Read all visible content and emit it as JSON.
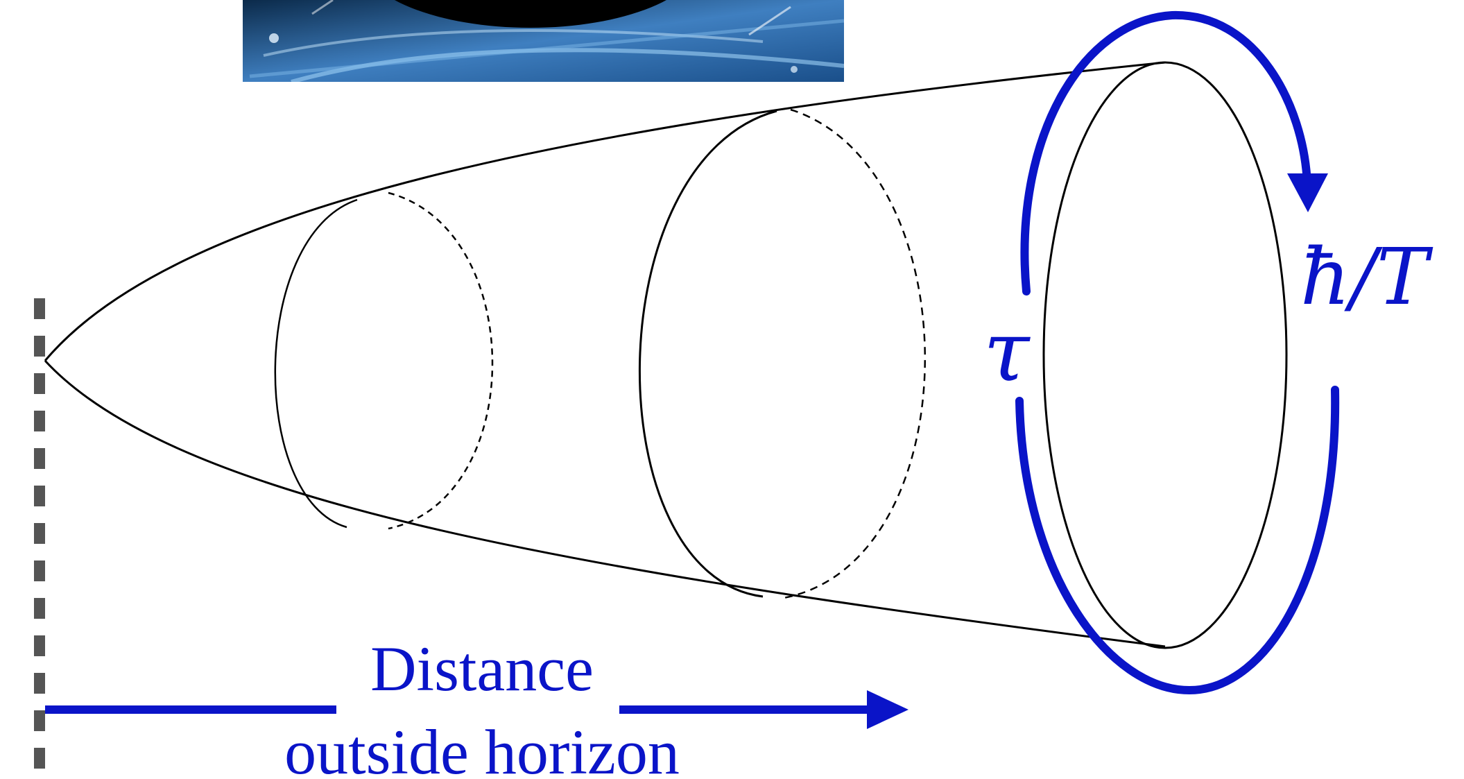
{
  "figure": {
    "colors": {
      "background": "#ffffff",
      "outline": "#000000",
      "accent": "#0a14c8",
      "horizon_marker": "#555555",
      "image_sky_dark": "#0b2a4a",
      "image_sky_light": "#4c86c8",
      "image_shadow": "#000000"
    },
    "labels": {
      "tau": "τ",
      "period": "ħ/T",
      "distance_line1": "Distance",
      "distance_line2": "outside horizon"
    },
    "icons": {
      "horizon_marker": "dashed-vertical-line",
      "distance_arrow": "arrow-right",
      "time_loop": "circular-arrow-clockwise"
    }
  }
}
